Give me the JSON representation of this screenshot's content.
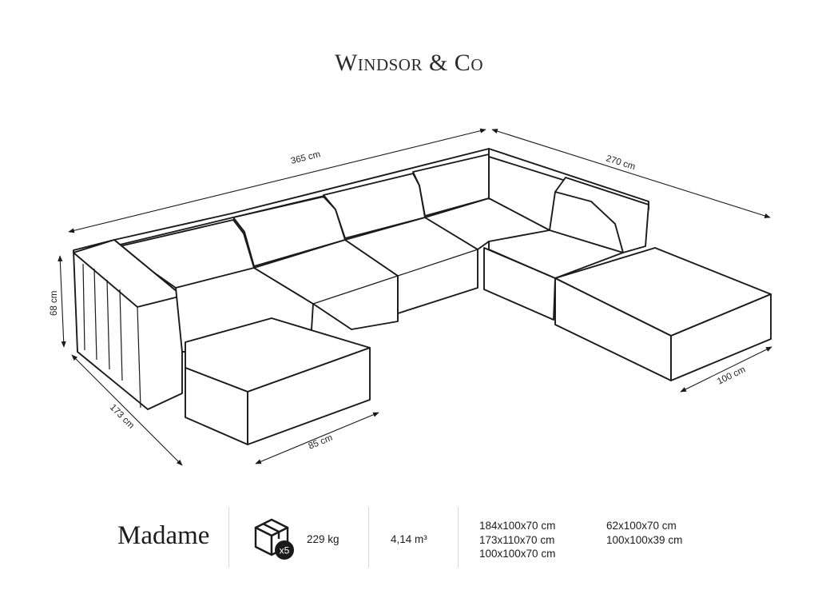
{
  "brand": "Windsor & Co",
  "dimensions": {
    "width_total": "365 cm",
    "depth_right": "270 cm",
    "height": "68 cm",
    "depth_left": "173 cm",
    "chaise_left_width": "85 cm",
    "chaise_right_width": "100 cm"
  },
  "product": {
    "name": "Madame",
    "packages": "x5",
    "package_icon": "box-icon",
    "weight": "229 kg",
    "volume": "4,14 m³",
    "module_sizes_col1": [
      "184x100x70 cm",
      "173x110x70 cm",
      "100x100x70 cm"
    ],
    "module_sizes_col2": [
      "62x100x70 cm",
      "100x100x39 cm"
    ]
  }
}
